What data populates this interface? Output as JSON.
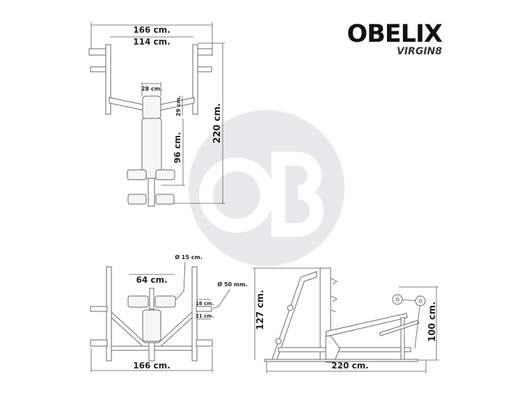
{
  "logo": {
    "brand": "OBELIX",
    "model": "VIRGIN8",
    "watermark": "OB"
  },
  "top_view": {
    "overall_width": "166 cm.",
    "inner_width": "114 cm.",
    "head_width": "28 cm.",
    "head_length": "29 cm.",
    "seat_length": "96 cm.",
    "overall_length": "220 cm."
  },
  "front_view": {
    "roller_diameter": "Ø 15 cm.",
    "roller_span": "64 cm.",
    "bar_diameter": "Ø 50 mm.",
    "sleeve_upper": "18 cm.",
    "sleeve_lower": "21 cm.",
    "overall_width": "166 cm."
  },
  "side_view": {
    "overall_height": "127 cm.",
    "roller_height": "100 cm.",
    "overall_length": "220 cm."
  },
  "colors": {
    "watermark": "#e9e9eb",
    "lines": "#555555",
    "text": "#222222"
  }
}
